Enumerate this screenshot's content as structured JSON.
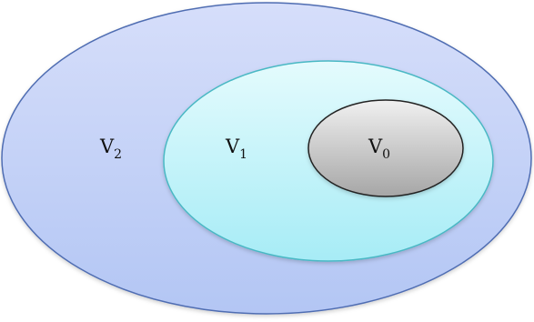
{
  "diagram": {
    "sets": [
      {
        "id": "v2",
        "label": "V",
        "subscript": "2",
        "fill_top": "#d6defa",
        "fill_bottom": "#b3c6f4",
        "stroke": "#4f6db2"
      },
      {
        "id": "v1",
        "label": "V",
        "subscript": "1",
        "fill_top": "#e4fbfd",
        "fill_bottom": "#a7ecf6",
        "stroke": "#49b8c4"
      },
      {
        "id": "v0",
        "label": "V",
        "subscript": "0",
        "fill_top": "#f0f0f0",
        "fill_bottom": "#a6a6a6",
        "stroke": "#222222"
      }
    ]
  }
}
